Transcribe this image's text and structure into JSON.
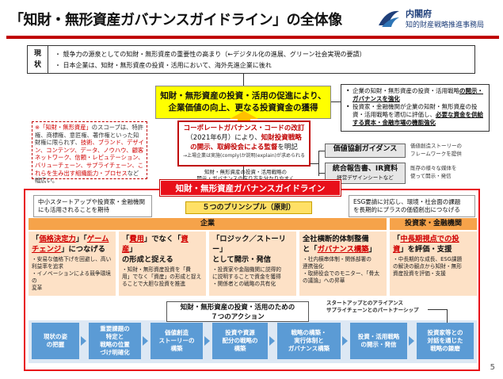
{
  "header": {
    "title": "「知財・無形資産ガバナンスガイドライン」の全体像",
    "org_name": "内閣府",
    "org_sub": "知的財産戦略推進事務局"
  },
  "status": {
    "label_1": "現",
    "label_2": "状",
    "lines": [
      "・ 競争力の源泉としての知財・無形資産の重要性の高まり（←デジタル化の進展、グリーン社会実現の要請）",
      "・ 日本企業は、知財・無形資産の投資・活用において、海外先進企業に後れ"
    ]
  },
  "goal": {
    "line1": "知財・無形資産の投資・活用の促進により、",
    "line2": "企業価値の向上、更なる投資資金の獲得"
  },
  "right_note": {
    "item1_pre": "企業の知財・無形資産の投資・活用戦略",
    "item1_bold": "の開示・ガバナンスを強化",
    "item2_pre": "投資家・金融機関が企業の知財・無形資産の投資・活用戦略を適切に評価し、",
    "item2_bold": "必要な資金を供給する資本・金融市場の機能強化"
  },
  "left_note": {
    "part1": "※「知財・無形資産」",
    "part2": "のスコープは、特許権、商標権、意匠権、著作権といった知財権に限られず、",
    "part3": "技術、ブランド、デザイン、コンテンツ、データ、ノウハウ、顧客ネットワーク、信頼・レピュテーション、バリューチェーン、サプライチェーン、これらを生み出す組織能力・プロセス",
    "part4": "など幅広い。"
  },
  "cg_box": {
    "line1": "コーポレートガバナンス・コードの改訂",
    "line2_pre": "（2021年6月）により、",
    "line2_bold": "知財投資戦略",
    "line3_bold": "の開示、取締役会による監督",
    "line3_post": "を明記",
    "small": "→上場企業は実施(comply)か説明(explain)が求められる"
  },
  "cg_note": {
    "line1": "知財・無形資産の投資・活用戦略の",
    "line2": "開示・ガバナンスの在り方を分かりやすく示す"
  },
  "side": {
    "box1": "価値協創ガイダンス",
    "box1_note1": "価値創造ストーリーの",
    "box1_note2": "フレームワークを提供",
    "box2_a": "統合報告書、IR資料",
    "box2_b": "経営デザインシートなど",
    "box2_note1": "既存の様々な媒体を",
    "box2_note2": "使って開示・発信"
  },
  "guideline": {
    "title": "知財・無形資産ガバナンスガイドライン",
    "left_bubble_1": "中小スタートアップや投資家・金融機関",
    "left_bubble_2": "にも活用されることを期待",
    "right_bubble_1": "ESG要請に対応し、環境・社会面の課題",
    "right_bubble_2": "を長期的にプラスの価値創出につなげる",
    "principles_title": "５つのプリンシプル（原則）",
    "band_company": "企業",
    "band_investor": "投資家・金融機関"
  },
  "principles": [
    {
      "head_1_pre": "「",
      "head_1_hl": "価格決定力",
      "head_1_mid": "」「",
      "head_1_hl2": "ゲーム",
      "head_2_hl": "チェンジ",
      "head_2_post": "」につなげる",
      "body": [
        "・安易な価格下げを回避し、高い",
        "利益率を追求",
        "・イノベーションによる競争環境の",
        "変革"
      ]
    },
    {
      "head_1_pre": "「",
      "head_1_hl": "費用",
      "head_1_mid": "」でなく「",
      "head_1_hl2": "資産",
      "head_1_post": "」",
      "head_2_post": "の形成と捉える",
      "body": [
        "・知財・無形資産投資を「費",
        "用」でなく「資産」の形成と捉え",
        "ることで大胆な投資を推進"
      ]
    },
    {
      "head_1": "「ロジック／ストーリー」",
      "head_2": "として開示・発信",
      "body": [
        "・投資家や金融機関に説得的",
        "に説明することで資金を獲得",
        "・関係者との戦略の共有化"
      ]
    },
    {
      "head_1": "全社横断的体制整備",
      "head_2_pre": "と「",
      "head_2_hl": "ガバナンス構築",
      "head_2_post": "」",
      "body": [
        "・社内横串体制・関係部署の",
        "連携強化",
        "・取締役会でのモニター、「骨太",
        "の議論」への昇華"
      ]
    },
    {
      "head_1_pre": "「",
      "head_1_hl": "中長期視点での投",
      "head_2_hl": "資",
      "head_2_post": "」を評価・支援",
      "body": [
        "・中長期的な成長、ESG課題",
        "の解決の観点から知財・無形",
        "資産投資を評価・支援"
      ]
    }
  ],
  "actions": {
    "title_1": "知財・無形資産の投資・活用のための",
    "title_2": "７つのアクション",
    "alliance_1": "スタートアップとのアライアンス",
    "alliance_2": "サプライチェーンとのパートナーシップ",
    "items": [
      [
        "現状の姿",
        "の把握"
      ],
      [
        "重要課題の",
        "特定と",
        "戦略の位置",
        "づけ明確化"
      ],
      [
        "価値創造",
        "ストーリーの",
        "構築"
      ],
      [
        "投資や資源",
        "配分の戦略の",
        "構築"
      ],
      [
        "戦略の構築・",
        "実行体制と",
        "ガバナンス構築"
      ],
      [
        "投資・活用戦略",
        "の開示・発信"
      ],
      [
        "投資家等との",
        "対話を通じた",
        "戦略の錬磨"
      ]
    ]
  },
  "page_number": "5",
  "colors": {
    "accent_red": "#e8101a",
    "goal_yellow": "#ffff00",
    "principle_bg": "#fde1c6",
    "band_orange": "#f6a34a",
    "action_blue": "#5b9bd5"
  }
}
